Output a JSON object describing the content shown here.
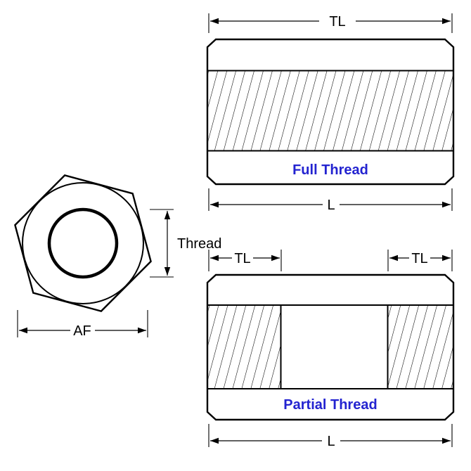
{
  "diagram": {
    "end_view": {
      "thread_label": "Thread",
      "af_label": "AF"
    },
    "full_thread_view": {
      "tl_label": "TL",
      "l_label": "L",
      "caption": "Full Thread"
    },
    "partial_thread_view": {
      "tl_left_label": "TL",
      "tl_right_label": "TL",
      "l_label": "L",
      "caption": "Partial Thread"
    },
    "colors": {
      "line": "#000000",
      "background": "#ffffff",
      "caption_text": "#2323d0"
    }
  }
}
